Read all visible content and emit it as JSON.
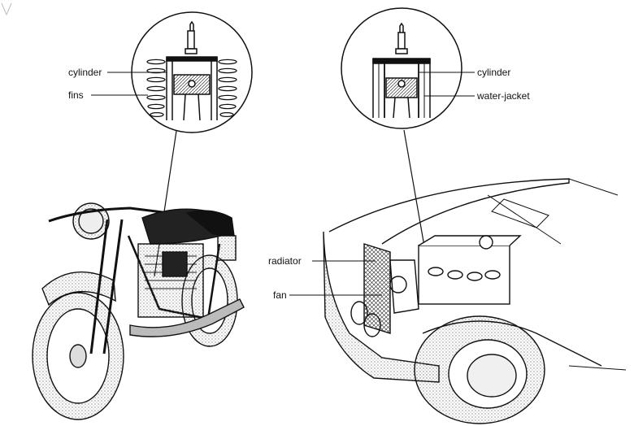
{
  "labels": {
    "cylinder_left": "cylinder",
    "fins": "fins",
    "cylinder_right": "cylinder",
    "water_jacket": "water-jacket",
    "radiator": "radiator",
    "fan": "fan"
  },
  "colors": {
    "ink": "#111111",
    "paper": "#ffffff",
    "shade": "#8a8a8a"
  }
}
